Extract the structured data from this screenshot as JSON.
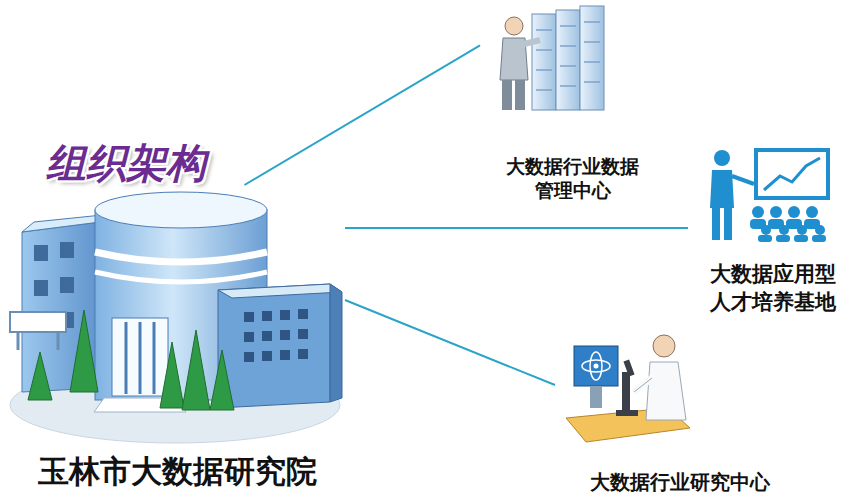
{
  "diagram": {
    "title": "组织架构",
    "nodes": [
      {
        "text": [
          "玉林市大数据研究院"
        ]
      },
      {
        "text": [
          "大数据行业数据管理中心"
        ]
      },
      {
        "text": [
          "大数据应用型人才培养基地"
        ]
      },
      {
        "text": [
          "大数据行业研究中心"
        ]
      }
    ],
    "edges": [
      {
        "from": 0,
        "to": 1,
        "arrow": "none"
      },
      {
        "from": 0,
        "to": 2,
        "arrow": "none"
      },
      {
        "from": 0,
        "to": 3,
        "arrow": "none"
      }
    ]
  }
}
